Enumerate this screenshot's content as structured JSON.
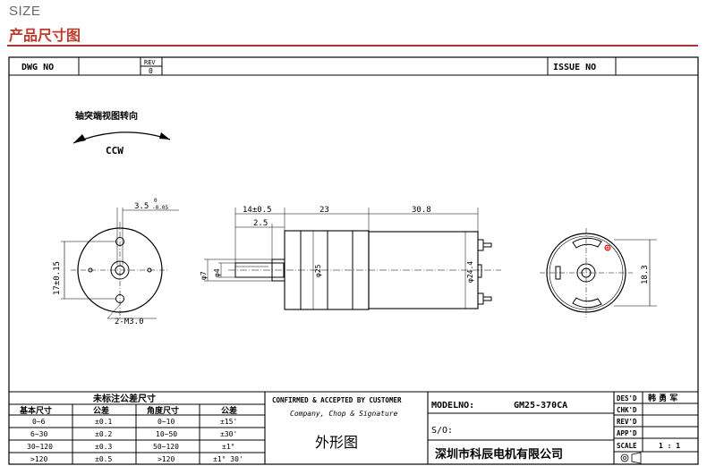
{
  "header": {
    "size_label": "SIZE",
    "title": "产品尺寸图"
  },
  "title_block_top": {
    "dwg_label": "DWG  NO",
    "rev_label": "REV",
    "rev_value": "0",
    "issue_label": "ISSUE  NO"
  },
  "end_view_note": "轴突端视图转向",
  "rotation": "CCW",
  "dims": {
    "shaft_flat": "3.5",
    "shaft_flat_tol_top": "0",
    "shaft_flat_tol_bot": "-0.05",
    "hole_pitch": "17±0.15",
    "screw": "2-M3.0",
    "shaft_len": "14±0.5",
    "collar_len": "2.5",
    "gearbox_len": "23",
    "motor_len": "30.8",
    "shaft_dia": "φ4",
    "collar_dia": "φ7",
    "gearbox_dia": "φ25",
    "motor_dia": "φ24.4",
    "flat_span": "18.3"
  },
  "tolerance_table": {
    "title": "未标注公差尺寸",
    "headers": [
      "基本尺寸",
      "公差",
      "角度尺寸",
      "公差"
    ],
    "rows": [
      [
        "0~6",
        "±0.1",
        "0~10",
        "±15'"
      ],
      [
        "6~30",
        "±0.2",
        "10~50",
        "±30'"
      ],
      [
        "30~120",
        "±0.3",
        "50~120",
        "±1°"
      ],
      [
        ">120",
        "±0.5",
        ">120",
        "±1° 30'"
      ]
    ]
  },
  "confirm": {
    "label": "CONFIRMED & ACCEPTED BY CUSTOMER",
    "sub": "Company, Chop & Signature",
    "drawing_name": "外形图"
  },
  "model": {
    "label": "MODELNO:",
    "value": "GM25-370CA",
    "so_label": "S/O:",
    "company": "深圳市科辰电机有限公司"
  },
  "signoff": {
    "des": "DES'D",
    "des_name": "韩 勇 军",
    "chk": "CHK'D",
    "rev": "REV'D",
    "app": "APP'D",
    "scale": "SCALE",
    "scale_value": "1 : 1"
  }
}
